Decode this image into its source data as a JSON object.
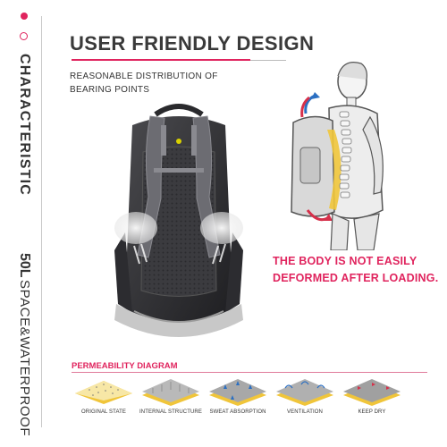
{
  "sidebar": {
    "characteristic": "CHARACTERISTIC",
    "capacity": "50L",
    "features": "SPACE&WATERPROOF"
  },
  "header": {
    "title": "USER FRIENDLY DESIGN",
    "subtitle_line1": "REASONABLE DISTRIBUTION OF",
    "subtitle_line2": "BEARING POINTS"
  },
  "callout": {
    "line1": "THE BODY IS NOT EASILY",
    "line2": "DEFORMED AFTER LOADING."
  },
  "permeability": {
    "title": "PERMEABILITY DIAGRAM",
    "items": [
      {
        "label": "ORIGINAL STATE",
        "icon": "original-state-icon"
      },
      {
        "label": "INTERNAL STRUCTURE",
        "icon": "internal-structure-icon"
      },
      {
        "label": "SWEAT ABSORPTION",
        "icon": "sweat-absorption-icon"
      },
      {
        "label": "VENTILATION",
        "icon": "ventilation-icon"
      },
      {
        "label": "KEEP DRY",
        "icon": "keep-dry-icon"
      }
    ]
  },
  "colors": {
    "accent": "#e0245e",
    "text": "#333333",
    "layer_yellow": "#f0c53a",
    "layer_gray": "#9a9a9a",
    "arrow_blue": "#2b6fc2"
  }
}
